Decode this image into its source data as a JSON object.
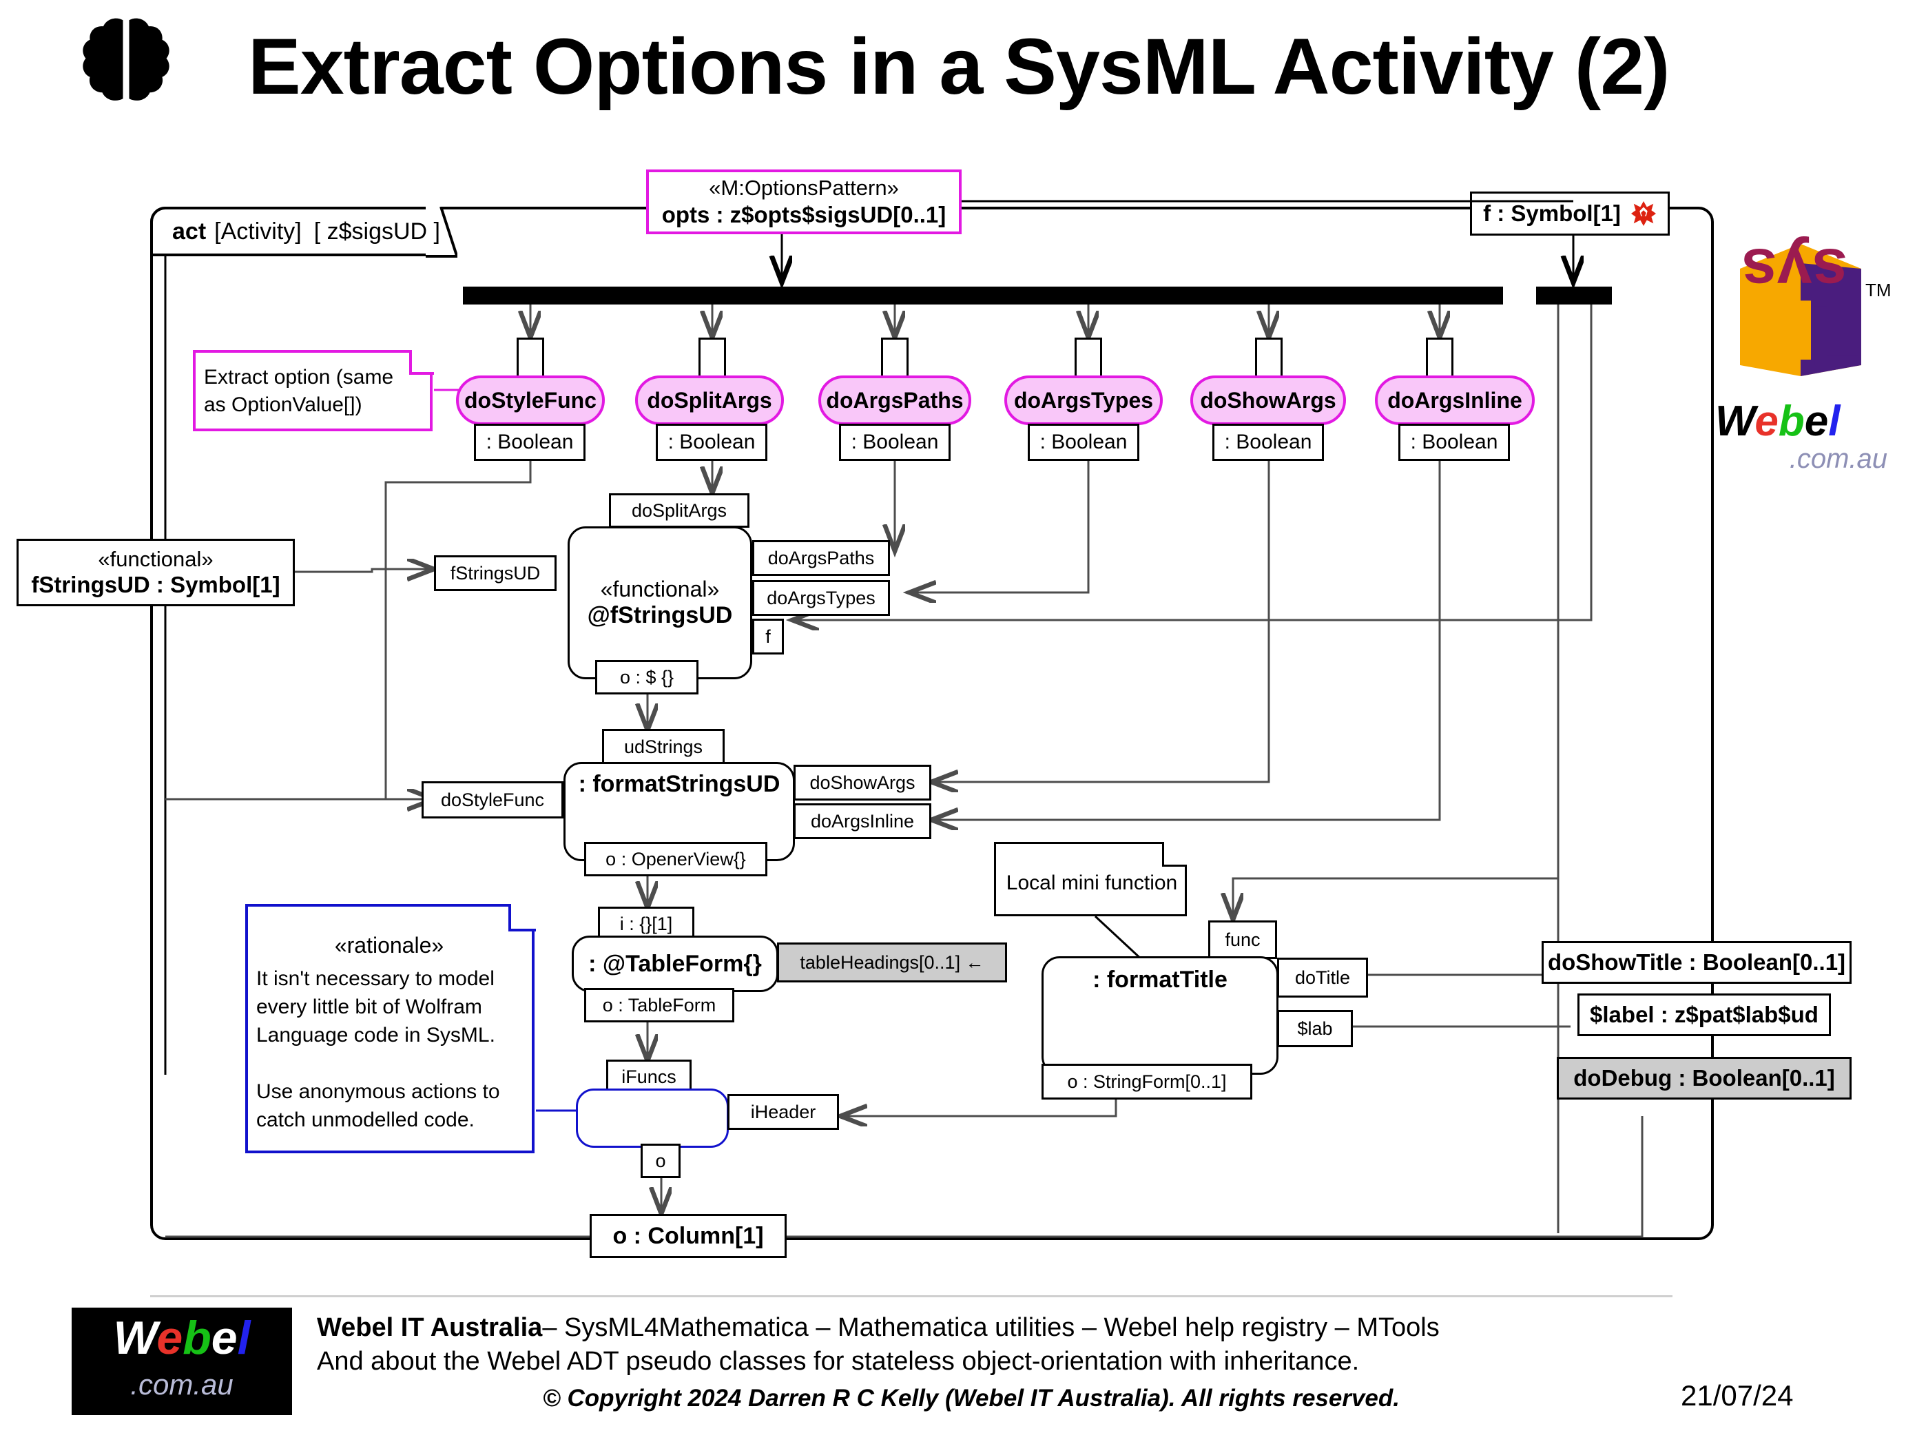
{
  "header": {
    "title": "Extract Options in a SysML Activity (2)",
    "brain_icon": "brain-icon"
  },
  "diagram": {
    "frame_label_kind": "act",
    "frame_label_type": "[Activity]",
    "frame_label_name": "[ z$sigsUD ]",
    "options_node": {
      "stereotype": "«M:OptionsPattern»",
      "name": "opts : z$opts$sigsUD[0..1]",
      "border_color": "#e219e2"
    },
    "symbol_node": {
      "label": "f : Symbol[1]",
      "icon": "wolfram-spikey-icon",
      "icon_color": "#dd2211"
    },
    "options": [
      {
        "name": "doStyleFunc",
        "type": ": Boolean"
      },
      {
        "name": "doSplitArgs",
        "type": ": Boolean"
      },
      {
        "name": "doArgsPaths",
        "type": ": Boolean"
      },
      {
        "name": "doArgsTypes",
        "type": ": Boolean"
      },
      {
        "name": "doShowArgs",
        "type": ": Boolean"
      },
      {
        "name": "doArgsInline",
        "type": ": Boolean"
      }
    ],
    "option_fill": "#f9c7f9",
    "option_border": "#e219e2",
    "notes": {
      "extract": "Extract option (same\nas OptionValue[])",
      "rationale_stereotype": "«rationale»",
      "rationale_body": "It isn't necessary to model\nevery little bit of Wolfram\nLanguage code in SysML.\n\nUse anonymous actions to\ncatch unmodelled code.",
      "local_mini": "Local mini function"
    },
    "fstrings_param": {
      "stereotype": "«functional»",
      "name": "fStringsUD : Symbol[1]"
    },
    "fstrings_action": {
      "stereotype": "«functional»",
      "name": "@fStringsUD",
      "pin_top": "doSplitArgs",
      "pin_left": "fStringsUD",
      "pin_right_1": "doArgsPaths",
      "pin_right_2": "doArgsTypes",
      "pin_right_3": "f",
      "pin_out": "o : $ {}"
    },
    "format_strings_action": {
      "name": ": formatStringsUD",
      "pin_top": "udStrings",
      "pin_left": "doStyleFunc",
      "pin_right_1": "doShowArgs",
      "pin_right_2": "doArgsInline",
      "pin_out": "o : OpenerView{}"
    },
    "tableform_action": {
      "name": ": @TableForm{}",
      "pin_top": "i : {}[1]",
      "pin_right": "tableHeadings[0..1] ←",
      "pin_out": "o : TableForm"
    },
    "anon_action": {
      "pin_top": "iFuncs",
      "pin_right": "iHeader",
      "pin_out": "o",
      "border_color": "#1111cc"
    },
    "format_title_action": {
      "name": ": formatTitle",
      "pin_top": "func",
      "pin_right_1": "doTitle",
      "pin_right_2": "$lab",
      "pin_out": "o : StringForm[0..1]"
    },
    "right_params": [
      {
        "label": "doShowTitle : Boolean[0..1]",
        "shaded": false
      },
      {
        "label": "$label : z$pat$lab$ud",
        "shaded": false
      },
      {
        "label": "doDebug : Boolean[0..1]",
        "shaded": true
      }
    ],
    "output_node": "o : Column[1]"
  },
  "logos": {
    "sysml_sys": "sys",
    "sysml_m": "M",
    "sysml_l": "L",
    "sysml_tm": "TM",
    "webel_w": "W",
    "webel_e1": "e",
    "webel_b": "b",
    "webel_e2": "e",
    "webel_l": "l",
    "webel_domain": ".com.au"
  },
  "footer": {
    "line1_bold": "Webel IT Australia",
    "line1_rest": " – SysML4Mathematica – Mathematica utilities – Webel help registry – MTools",
    "line2": "And about the Webel ADT pseudo classes for stateless object-orientation with inheritance.",
    "copyright": "© Copyright 2024 Darren R C Kelly (Webel IT Australia). All rights reserved.",
    "date": "21/07/24"
  }
}
